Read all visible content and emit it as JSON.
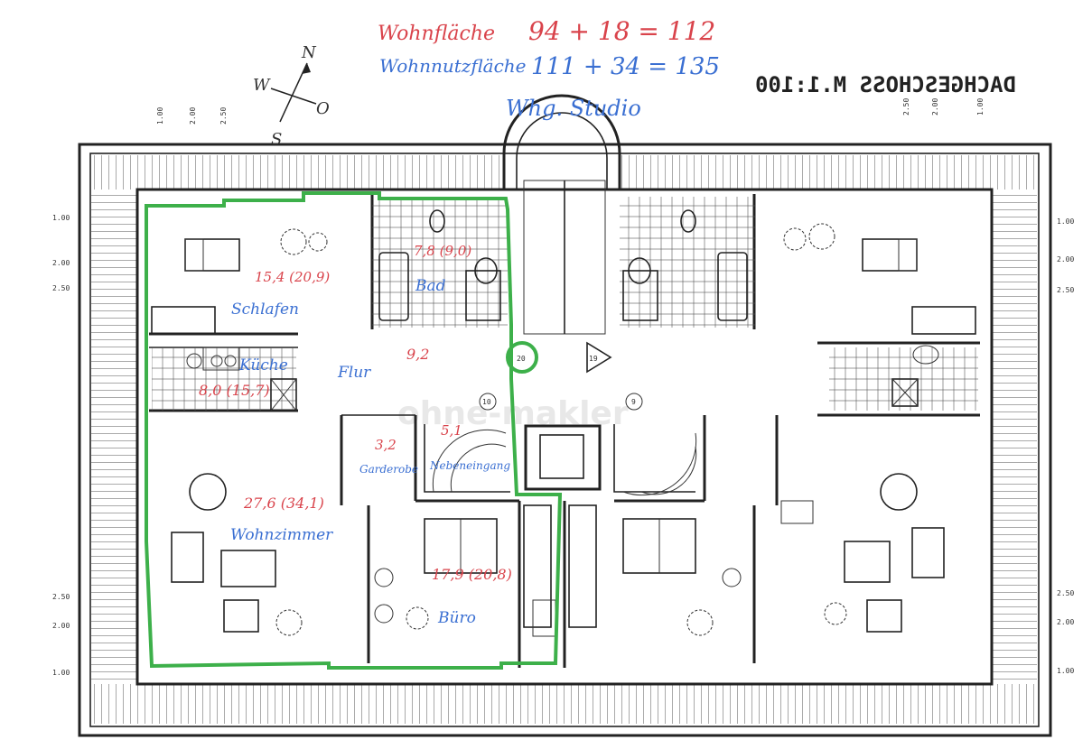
{
  "annotations": {
    "wohnflaeche": {
      "label": "Wohnfläche",
      "formula": "94 + 18 = 112"
    },
    "wohnnutzflaeche": {
      "label": "Wohnnutzfläche",
      "formula": "111 + 34 = 135"
    },
    "unit": "Whg. Studio"
  },
  "compass": {
    "n": "N",
    "w": "W",
    "o": "O",
    "s": "S"
  },
  "title": "DACHGESCHOSS  M.1:100",
  "watermark": "ohne-makler",
  "dims": {
    "left": [
      "1.00",
      "2.00",
      "2.50"
    ],
    "right": [
      "2.50",
      "2.00",
      "1.00"
    ],
    "side_left": [
      "1.00",
      "2.00",
      "2.50",
      "2.50",
      "2.00",
      "1.00"
    ],
    "side_right": [
      "1.00",
      "2.00",
      "2.50",
      "2.50",
      "2.00",
      "1.00"
    ]
  },
  "stairs": {
    "up": "20",
    "down": "19",
    "lower_left": "10",
    "lower_right": "9"
  },
  "rooms": {
    "schlafen": {
      "area": "15,4 (20,9)",
      "name": "Schlafen"
    },
    "bad": {
      "area": "7,8 (9,0)",
      "name": "Bad"
    },
    "kueche": {
      "area": "8,0 (15,7)",
      "name": "Küche"
    },
    "flur": {
      "area": "9,2",
      "name": "Flur"
    },
    "garderobe": {
      "area": "3,2",
      "name": "Garderobe"
    },
    "eingang": {
      "area": "5,1",
      "name": "Nebeneingang"
    },
    "wohnzimmer": {
      "area": "27,6 (34,1)",
      "name": "Wohnzimmer"
    },
    "buero": {
      "area": "17,9 (20,8)",
      "name": "Büro"
    }
  },
  "colors": {
    "outline": "#3db04a",
    "red_ink": "#d9434b",
    "blue_ink": "#3a6fd2"
  }
}
